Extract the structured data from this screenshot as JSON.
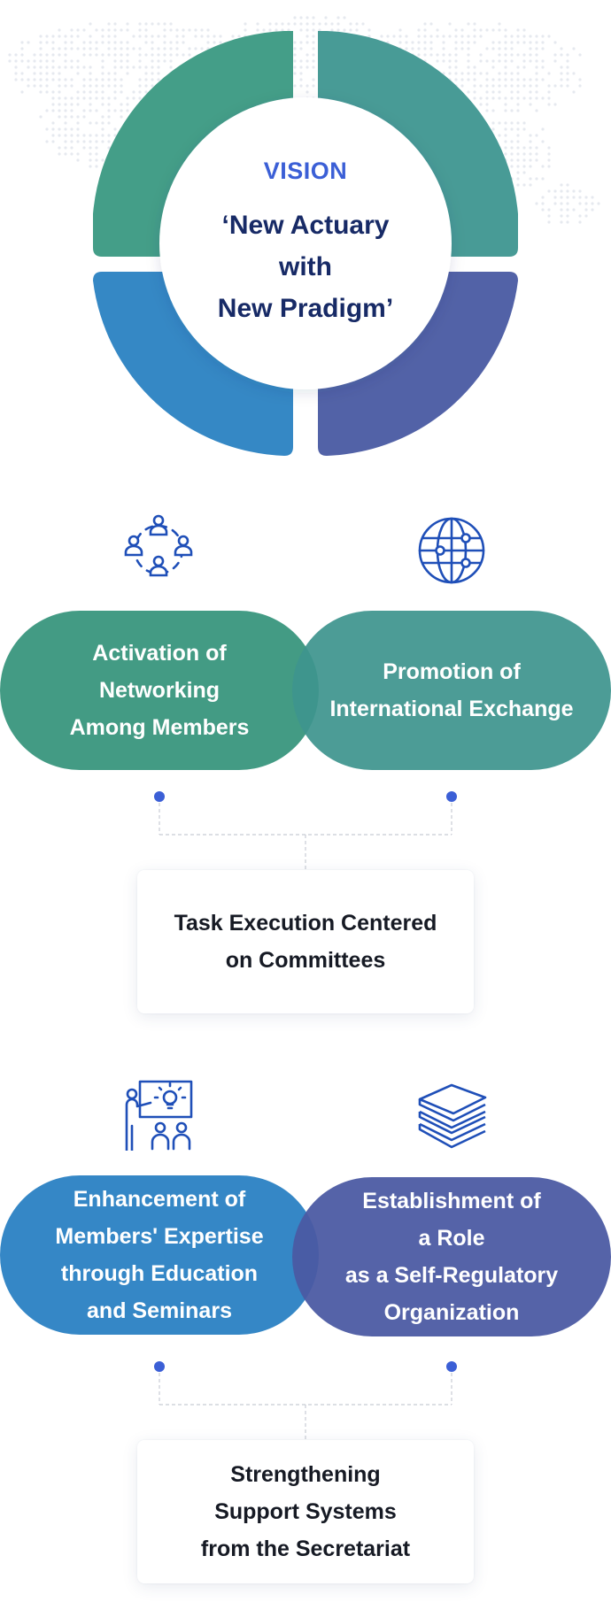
{
  "vision": {
    "label": "VISION",
    "slogan_lines": [
      "‘New Actuary",
      "with",
      "New Pradigm’"
    ]
  },
  "colors": {
    "teal_green": "#449e88",
    "teal": "#489b96",
    "blue": "#3588c5",
    "indigo": "#5262a7",
    "vision_label": "#3b5fd6",
    "slogan": "#172a66",
    "icon_blue": "#1f4fb8",
    "dot": "#3b5fd6"
  },
  "goals_top": [
    {
      "icon": "people-network-icon",
      "lines": [
        "Activation of",
        "Networking",
        "Among Members"
      ]
    },
    {
      "icon": "globe-icon",
      "lines": [
        "Promotion of",
        "International Exchange"
      ]
    }
  ],
  "task_top": {
    "lines": [
      "Task Execution Centered",
      "on Committees"
    ]
  },
  "goals_bottom": [
    {
      "icon": "presentation-board-icon",
      "lines": [
        "Enhancement of",
        "Members' Expertise",
        "through Education",
        "and Seminars"
      ]
    },
    {
      "icon": "stacked-books-icon",
      "lines": [
        "Establishment of",
        "a Role",
        "as a Self-Regulatory",
        "Organization"
      ]
    }
  ],
  "task_bottom": {
    "lines": [
      "Strengthening",
      "Support Systems",
      "from the Secretariat"
    ]
  }
}
